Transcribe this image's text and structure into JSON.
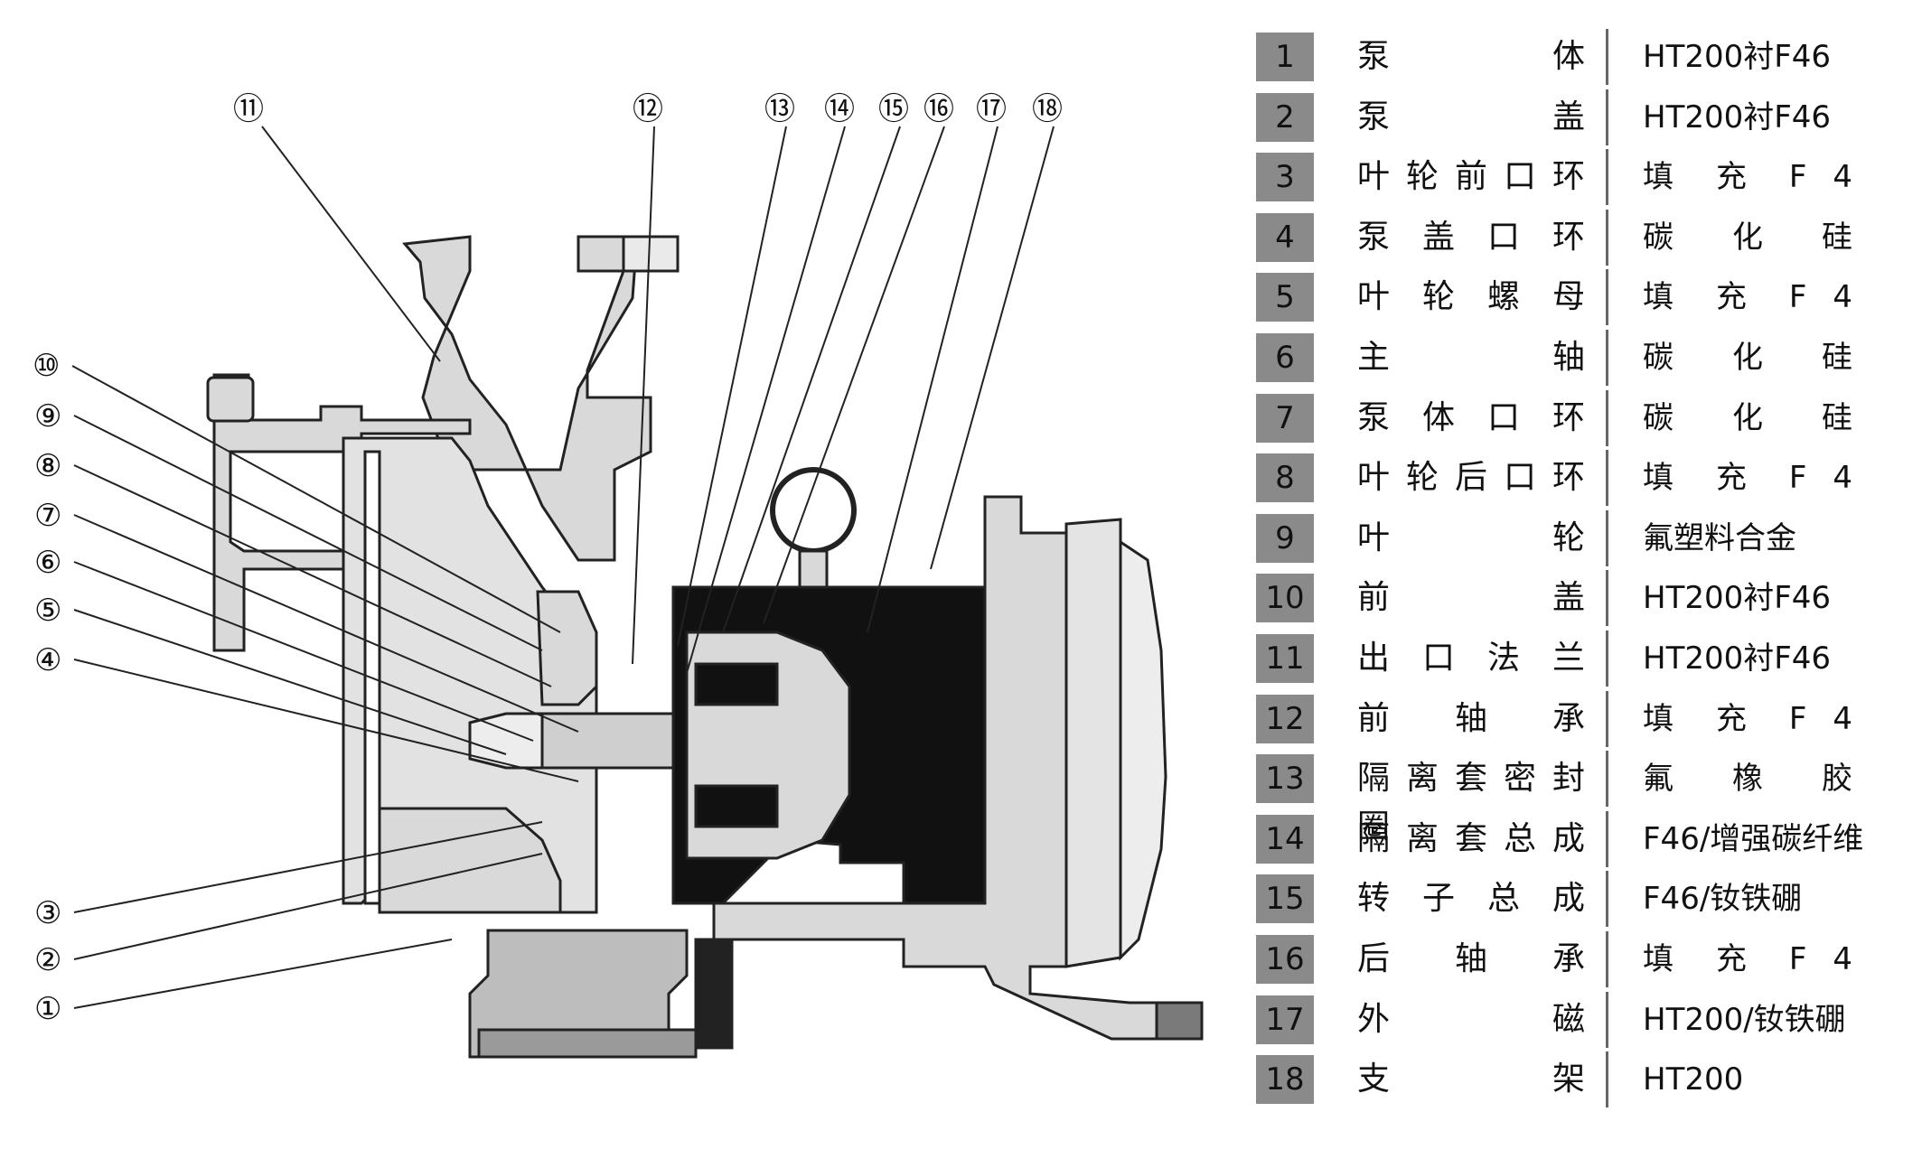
{
  "parts": [
    {
      "no": "1",
      "name": "泵体",
      "material": "HT200衬F46"
    },
    {
      "no": "2",
      "name": "泵盖",
      "material": "HT200衬F46"
    },
    {
      "no": "3",
      "name": "叶轮前口环",
      "material": "填充F4"
    },
    {
      "no": "4",
      "name": "泵盖口环",
      "material": "碳化硅"
    },
    {
      "no": "5",
      "name": "叶轮螺母",
      "material": "填充F4"
    },
    {
      "no": "6",
      "name": "主轴",
      "material": "碳化硅"
    },
    {
      "no": "7",
      "name": "泵体口环",
      "material": "碳化硅"
    },
    {
      "no": "8",
      "name": "叶轮后口环",
      "material": "填充F4"
    },
    {
      "no": "9",
      "name": "叶轮",
      "material": "氟塑料合金"
    },
    {
      "no": "10",
      "name": "前盖",
      "material": "HT200衬F46"
    },
    {
      "no": "11",
      "name": "出口法兰",
      "material": "HT200衬F46"
    },
    {
      "no": "12",
      "name": "前轴承",
      "material": "填充F4"
    },
    {
      "no": "13",
      "name": "隔离套密封圈",
      "material": "氟橡胶"
    },
    {
      "no": "14",
      "name": "隔离套总成",
      "material": "F46/增强碳纤维"
    },
    {
      "no": "15",
      "name": "转子总成",
      "material": "F46/钕铁硼"
    },
    {
      "no": "16",
      "name": "后轴承",
      "material": "填充F4"
    },
    {
      "no": "17",
      "name": "外磁",
      "material": "HT200/钕铁硼"
    },
    {
      "no": "18",
      "name": "支架",
      "material": "HT200"
    }
  ],
  "callouts": [
    "①",
    "②",
    "③",
    "④",
    "⑤",
    "⑥",
    "⑦",
    "⑧",
    "⑨",
    "⑩",
    "⑪",
    "⑫",
    "⑬",
    "⑭",
    "⑮",
    "⑯",
    "⑰",
    "⑱"
  ],
  "colors": {
    "number_box": "#8a8a8a",
    "part_fill": "#d9d9d9",
    "magnet_fill": "#111111",
    "line": "#222222"
  }
}
